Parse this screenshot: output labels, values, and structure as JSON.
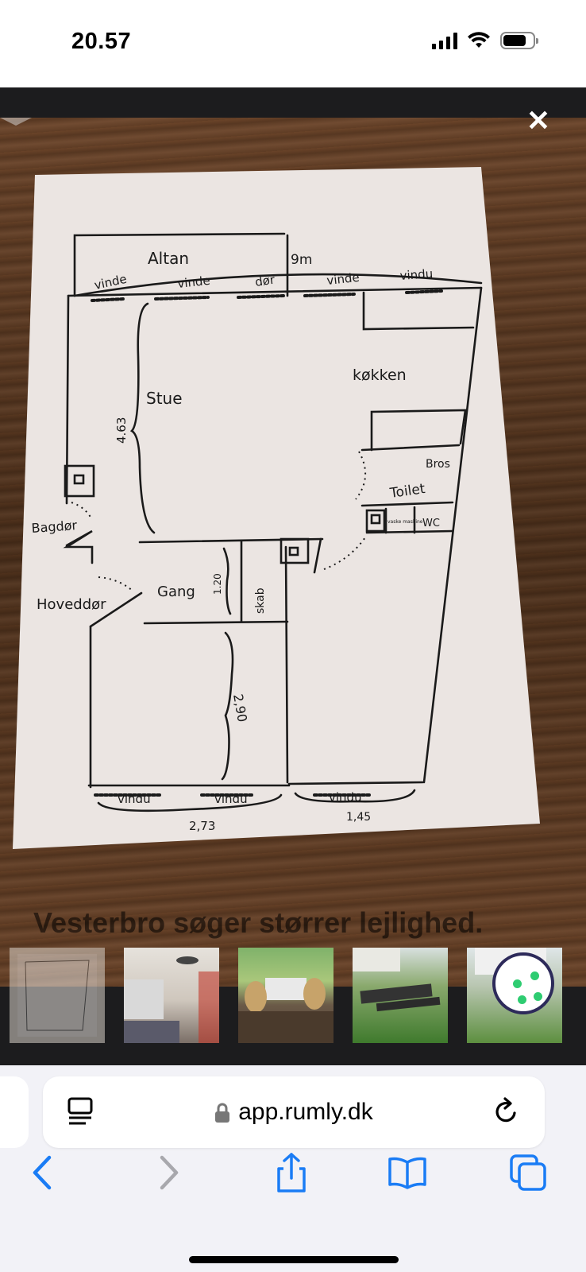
{
  "status_bar": {
    "time": "20.57",
    "battery_level": 0.8
  },
  "viewer": {
    "close_glyph": "✕",
    "floorplan_labels": {
      "altan": "Altan",
      "nine_m": "9m",
      "vinde1": "vinde",
      "vinde2": "vinde",
      "dor": "dør",
      "vinde3": "vinde",
      "vindu_top": "vindu",
      "kokken": "køkken",
      "stue": "Stue",
      "len_463": "4.63",
      "bros": "Bros",
      "toilet": "Toilet",
      "vaske": "vaske maskine",
      "wc": "WC",
      "bagdor": "Bagdør",
      "gang": "Gang",
      "len_120": "1.20",
      "skab": "skab",
      "hoveddor": "Hoveddør",
      "len_290": "2,90",
      "vindu1": "vindu",
      "vindu2": "vindu",
      "vindu3": "vindu",
      "len_273": "2,73",
      "len_145": "1,45"
    },
    "listing_title": "Vesterbro søger størrer lejlighed.",
    "thumbnails": [
      {
        "name": "floorplan-thumb"
      },
      {
        "name": "bedroom-thumb"
      },
      {
        "name": "balcony-thumb"
      },
      {
        "name": "garden-thumb"
      },
      {
        "name": "yard-thumb"
      }
    ]
  },
  "browser": {
    "url": "app.rumly.dk",
    "icons": {
      "reader": "reader-icon",
      "lock": "lock-icon",
      "reload": "reload-icon",
      "back": "back-icon",
      "forward": "forward-icon",
      "share": "share-icon",
      "bookmarks": "bookmarks-icon",
      "tabs": "tabs-icon"
    },
    "accent": "#1a7cf5"
  }
}
